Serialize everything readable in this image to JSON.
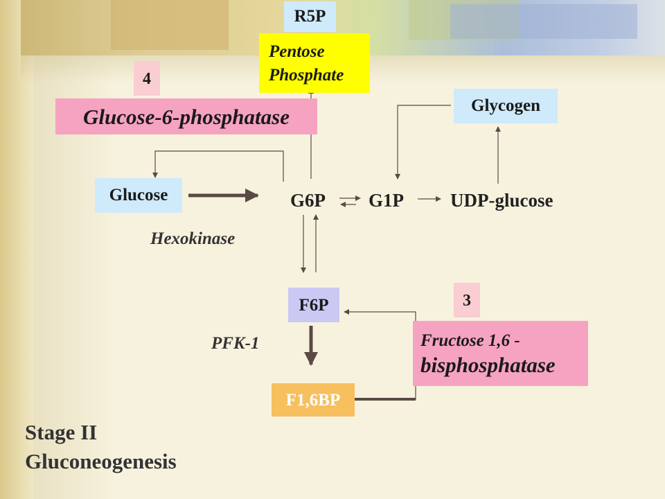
{
  "colors": {
    "light_blue": "#cfeafb",
    "pink": "#f6a3c1",
    "light_pink": "#f9cdd2",
    "yellow": "#ffff00",
    "lavender": "#c9c9f4",
    "orange": "#f7bf5e",
    "arrow": "#5a4a45"
  },
  "boxes": {
    "r5p": "R5P",
    "pentose_line1": "Pentose",
    "pentose_line2": "Phosphate",
    "step4": "4",
    "glucose6phosphatase": "Glucose-6-phosphatase",
    "glycogen": "Glycogen",
    "glucose": "Glucose",
    "f6p": "F6P",
    "step3": "3",
    "fructose_line1": "Fructose 1,6 -",
    "fructose_line2": "bisphosphatase",
    "f16bp": "F1,6BP"
  },
  "labels": {
    "g6p": "G6P",
    "g1p": "G1P",
    "udp_glucose": "UDP-glucose",
    "hexokinase": "Hexokinase",
    "pfk1": "PFK-1"
  },
  "title": {
    "line1": "Stage II",
    "line2": "Gluconeogenesis"
  }
}
